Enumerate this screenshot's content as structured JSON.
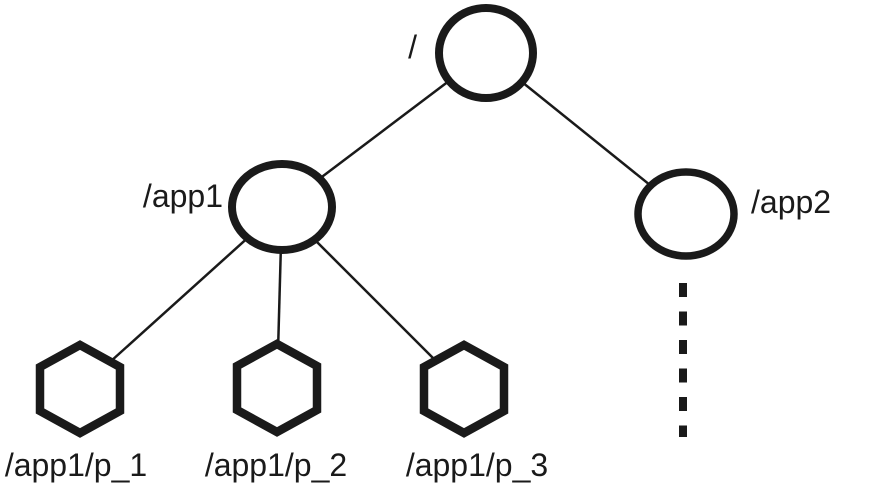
{
  "figure": {
    "description": "Tree diagram of a hierarchical namespace: root node /, children /app1 and /app2, and hexagonal leaf nodes /app1/p_1, /app1/p_2, /app1/p_3; a dashed line below /app2 indicates omitted children",
    "colors": {
      "ink": "#1a1a1a",
      "node_fill": "#ffffff",
      "background": "#ffffff"
    },
    "nodes": {
      "root": {
        "label": "/",
        "shape": "circle"
      },
      "app1": {
        "label": "/app1",
        "shape": "circle"
      },
      "app2": {
        "label": "/app2",
        "shape": "circle"
      },
      "p1": {
        "label": "/app1/p_1",
        "shape": "hexagon"
      },
      "p2": {
        "label": "/app1/p_2",
        "shape": "hexagon"
      },
      "p3": {
        "label": "/app1/p_3",
        "shape": "hexagon"
      }
    },
    "edges": [
      {
        "from": "/",
        "to": "/app1",
        "style": "solid"
      },
      {
        "from": "/",
        "to": "/app2",
        "style": "solid"
      },
      {
        "from": "/app1",
        "to": "/app1/p_1",
        "style": "solid"
      },
      {
        "from": "/app1",
        "to": "/app1/p_2",
        "style": "solid"
      },
      {
        "from": "/app1",
        "to": "/app1/p_3",
        "style": "solid"
      },
      {
        "from": "/app2",
        "to": "(more children, omitted)",
        "style": "dashed"
      }
    ]
  }
}
